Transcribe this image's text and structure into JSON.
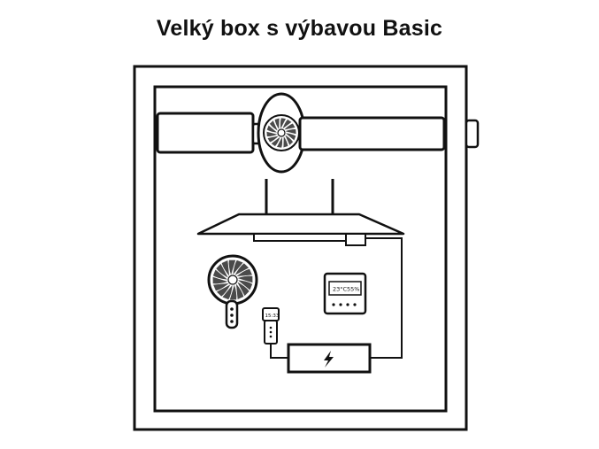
{
  "title": "Velký box s výbavou Basic",
  "hygrometer": {
    "temperature": "23°C",
    "humidity": "55%"
  },
  "timer": {
    "display": "15:33"
  },
  "colors": {
    "stroke": "#111111",
    "fill": "#ffffff",
    "fan_blade": "#4a4a4a"
  },
  "icons": {
    "power_supply": "lightning-bolt-icon",
    "fans": "fan-icon"
  }
}
